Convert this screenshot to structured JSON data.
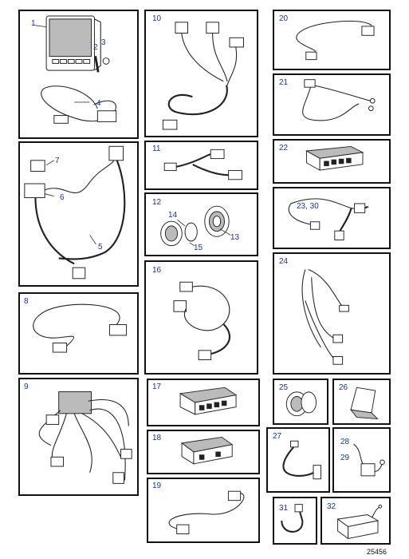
{
  "labels": {
    "p1": [
      "1",
      "2",
      "3",
      "4"
    ],
    "p5": [
      "7",
      "6",
      "5"
    ],
    "p8": "8",
    "p9": "9",
    "p10": "10",
    "p11": "11",
    "p12": [
      "12",
      "14",
      "13",
      "15"
    ],
    "p16": "16",
    "p17": "17",
    "p18": "18",
    "p19": "19",
    "p20": "20",
    "p21": "21",
    "p22": "22",
    "p23": "23, 30",
    "p24": "24",
    "p25": "25",
    "p26": "26",
    "p27": "27",
    "p28": [
      "28",
      "29"
    ],
    "p31": "31",
    "p32": "32"
  },
  "figure_code": "25456",
  "colors": {
    "number_blue": "#1a2fa8",
    "line": "#222222"
  }
}
